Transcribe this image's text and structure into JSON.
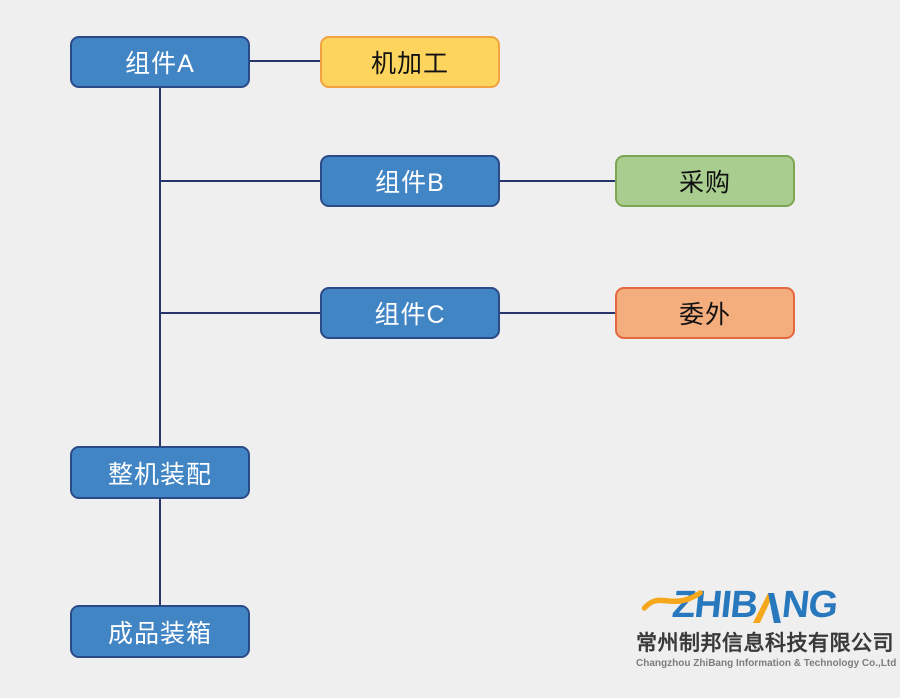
{
  "diagram": {
    "nodes": [
      {
        "id": "component-a",
        "label": "组件A",
        "type": "blue"
      },
      {
        "id": "machining",
        "label": "机加工",
        "type": "yellow"
      },
      {
        "id": "component-b",
        "label": "组件B",
        "type": "blue"
      },
      {
        "id": "purchasing",
        "label": "采购",
        "type": "green"
      },
      {
        "id": "component-c",
        "label": "组件C",
        "type": "blue"
      },
      {
        "id": "outsourcing",
        "label": "委外",
        "type": "orange"
      },
      {
        "id": "final-assembly",
        "label": "整机装配",
        "type": "blue"
      },
      {
        "id": "product-packing",
        "label": "成品装箱",
        "type": "blue"
      }
    ],
    "palette": {
      "blue": {
        "fill": "#4285C4",
        "border": "#2B4A88",
        "text": "#FFFFFF"
      },
      "yellow": {
        "fill": "#FCD45E",
        "border": "#F2A23E",
        "text": "#111111"
      },
      "green": {
        "fill": "#A9CD8E",
        "border": "#7CA653",
        "text": "#111111"
      },
      "orange": {
        "fill": "#F4AD7D",
        "border": "#E5673F",
        "text": "#111111"
      },
      "connector": "#27376B",
      "background": "#F0EFEF"
    }
  },
  "logo": {
    "brand_full": "ZHIBANG",
    "brand_left": "ZHIB",
    "brand_right": "NG",
    "company_cn": "常州制邦信息科技有限公司",
    "company_en": "Changzhou ZhiBang Information & Technology Co.,Ltd",
    "brand_blue": "#2878BE",
    "brand_orange": "#F6A81C"
  }
}
